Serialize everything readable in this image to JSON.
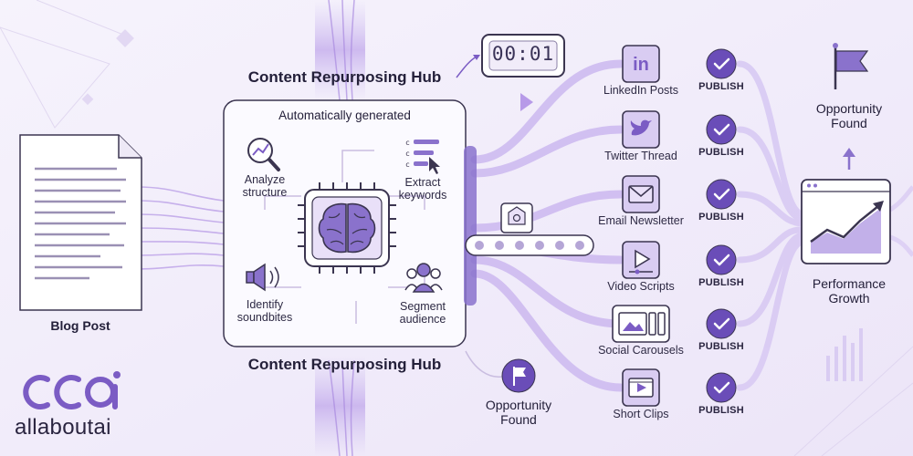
{
  "hub": {
    "title_top": "Content Repurposing Hub",
    "title_bottom": "Content Repurposing Hub",
    "subtitle": "Automatically generated",
    "tasks": {
      "analyze": "Analyze\nstructure",
      "extract": "Extract\nkeywords",
      "soundbites": "Identify\nsoundbites",
      "segment": "Segment\naudience"
    }
  },
  "source": {
    "label": "Blog Post"
  },
  "timer": {
    "display": "00:01"
  },
  "outputs": [
    {
      "label": "LinkedIn Posts",
      "icon": "linkedin-icon",
      "status": "PUBLISH"
    },
    {
      "label": "Twitter Thread",
      "icon": "twitter-bird-icon",
      "status": "PUBLISH"
    },
    {
      "label": "Email Newsletter",
      "icon": "email-icon",
      "status": "PUBLISH"
    },
    {
      "label": "Video Scripts",
      "icon": "video-play-icon",
      "status": "PUBLISH"
    },
    {
      "label": "Social Carousels",
      "icon": "carousel-icon",
      "status": "PUBLISH"
    },
    {
      "label": "Short Clips",
      "icon": "short-clip-icon",
      "status": "PUBLISH"
    }
  ],
  "opportunity_top": "Opportunity\nFound",
  "opportunity_bottom": "Opportunity\nFound",
  "performance": "Performance\nGrowth",
  "brand": {
    "name": "allaboutai"
  },
  "colors": {
    "accent": "#7b5cc4",
    "accent_light": "#c9b6f0",
    "background": "#f3effa",
    "panel": "#fbfaff",
    "text": "#2a2540"
  }
}
